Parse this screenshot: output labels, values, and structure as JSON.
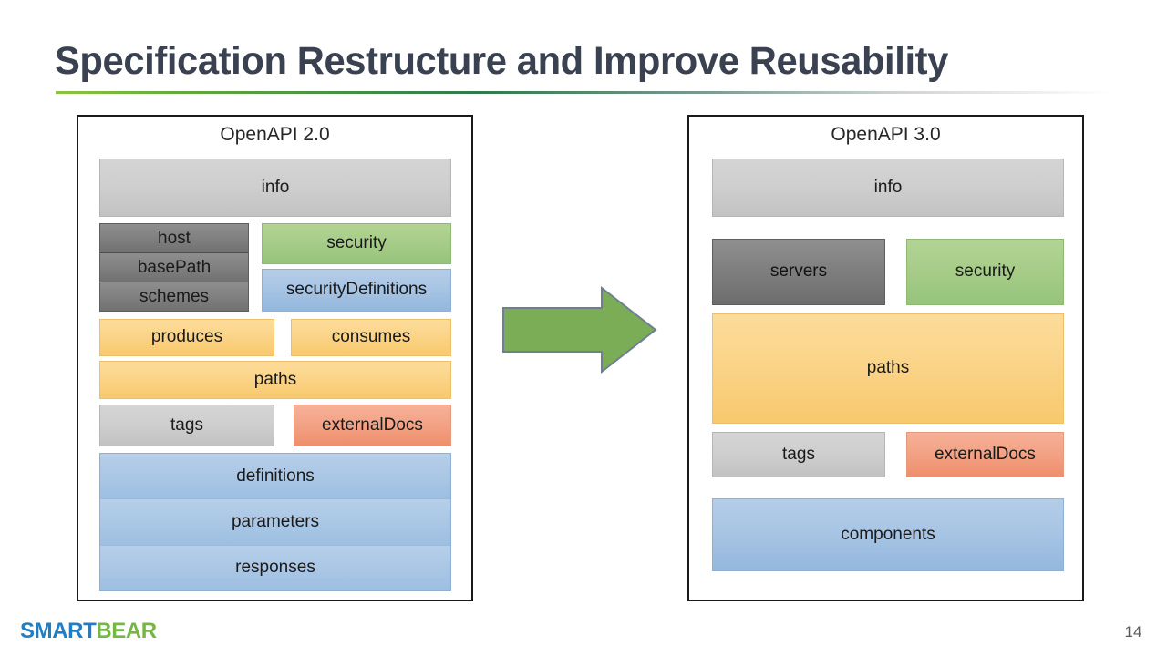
{
  "slide": {
    "title": "Specification Restructure and Improve Reusability",
    "page_number": "14",
    "accent_green": "#74b743",
    "accent_blue": "#1f7ec4",
    "title_color": "#3a4251"
  },
  "logo": {
    "part1": "SMART",
    "part2": "BEAR"
  },
  "arrow": {
    "name": "migration-arrow",
    "fill": "#7aad56",
    "stroke": "#6f7f8f",
    "direction": "right"
  },
  "left_panel": {
    "title": "OpenAPI 2.0",
    "boxes": [
      {
        "label": "info",
        "color": "gray"
      },
      {
        "label": "host",
        "color": "dark"
      },
      {
        "label": "basePath",
        "color": "dark"
      },
      {
        "label": "schemes",
        "color": "dark"
      },
      {
        "label": "security",
        "color": "green"
      },
      {
        "label": "securityDefinitions",
        "color": "blue"
      },
      {
        "label": "produces",
        "color": "yellow"
      },
      {
        "label": "consumes",
        "color": "yellow"
      },
      {
        "label": "paths",
        "color": "yellow"
      },
      {
        "label": "tags",
        "color": "gray"
      },
      {
        "label": "externalDocs",
        "color": "salmon"
      },
      {
        "label": "definitions",
        "color": "blue"
      },
      {
        "label": "parameters",
        "color": "blue"
      },
      {
        "label": "responses",
        "color": "blue"
      }
    ]
  },
  "right_panel": {
    "title": "OpenAPI 3.0",
    "boxes": [
      {
        "label": "info",
        "color": "gray"
      },
      {
        "label": "servers",
        "color": "dark"
      },
      {
        "label": "security",
        "color": "green"
      },
      {
        "label": "paths",
        "color": "yellow"
      },
      {
        "label": "tags",
        "color": "gray"
      },
      {
        "label": "externalDocs",
        "color": "salmon"
      },
      {
        "label": "components",
        "color": "blue"
      }
    ]
  }
}
